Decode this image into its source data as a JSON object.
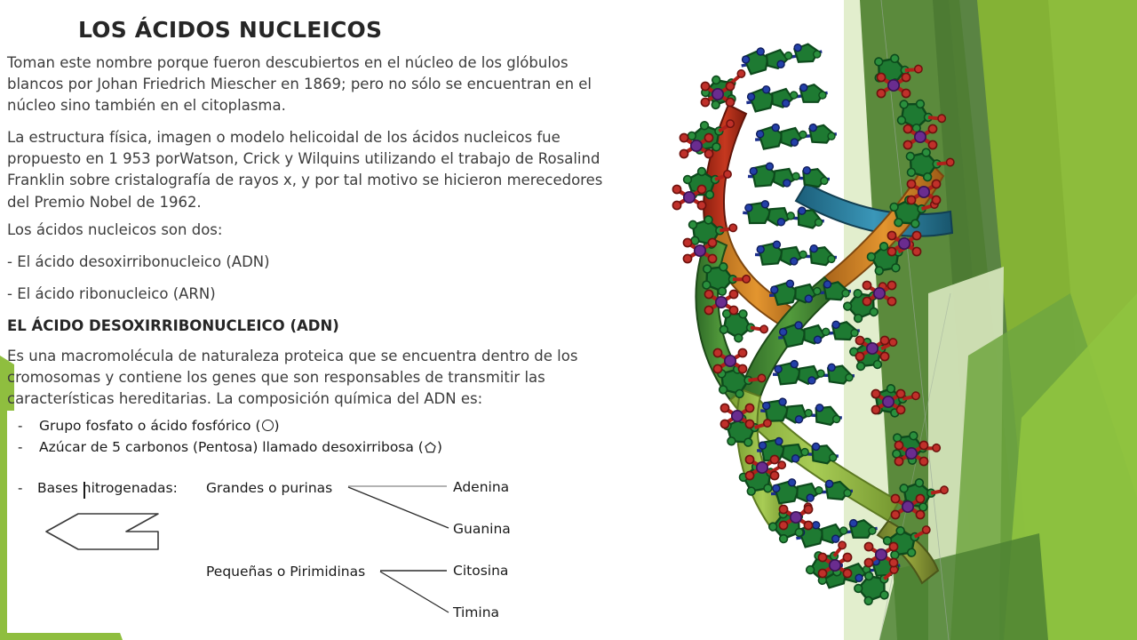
{
  "slide": {
    "title": "LOS ÁCIDOS NUCLEICOS",
    "paragraphs": {
      "p1": "Toman este nombre porque fueron descubiertos en el núcleo de los glóbulos blancos por Johan Friedrich Miescher en 1869; pero no sólo se encuentran en el núcleo sino también en el citoplasma.",
      "p2": "La estructura física, imagen o modelo helicoidal de los ácidos nucleicos fue propuesto en 1 953 porWatson, Crick y Wilquins utilizando el trabajo de Rosalind Franklin sobre cristalografía de rayos x, y por tal motivo se hicieron merecedores del Premio Nobel de 1962.",
      "p3": " Los ácidos nucleicos son dos:",
      "p4": "- El ácido desoxirribonucleico (ADN)",
      "p5": "- El ácido ribonucleico (ARN)",
      "p6": "EL ÁCIDO DESOXIRRIBONUCLEICO (ADN)",
      "p7": "Es una macromolécula de naturaleza proteica que se encuentra dentro de los cromosomas y contiene los genes que son responsables de transmitir las características hereditarias. La composición química del ADN es:"
    }
  },
  "inset": {
    "dash": "-",
    "item1_before": "Grupo fosfato o ácido fosfórico (",
    "item1_after": ")",
    "item2_before": "Azúcar de 5 carbonos (Pentosa) llamado desoxirribosa (",
    "item2_after": ")",
    "item3": "Bases nitrogenadas:",
    "group_purinas": "Grandes o purinas",
    "group_pirimidinas": "Pequeñas o Pirimidinas",
    "base_adenina": "Adenina",
    "base_guanina": "Guanina",
    "base_citosina": "Citosina",
    "base_timina": "Timina"
  },
  "colors": {
    "title": "#262626",
    "body_text": "#3c3c3c",
    "accent_green": "#8FBE3F",
    "green_bright": "#84B235",
    "green_dark": "#5B8A3C",
    "green_deep": "#4C7A33",
    "green_pale": "#D3E3B8",
    "green_mid": "#7FAE46",
    "dna_backbone_red": "#B5321E",
    "dna_backbone_orange": "#D98A2B",
    "dna_backbone_teal": "#2E7FA0",
    "dna_backbone_green": "#4B8C3A",
    "dna_backbone_lime": "#9CC04A",
    "atom_green": "#1E7A32",
    "atom_red": "#B0201A",
    "atom_blue": "#1B2E8C",
    "atom_purple": "#6A2C8F"
  },
  "figure": {
    "dna_alt": "Modelo tridimensional de la doble hélice de ADN"
  }
}
